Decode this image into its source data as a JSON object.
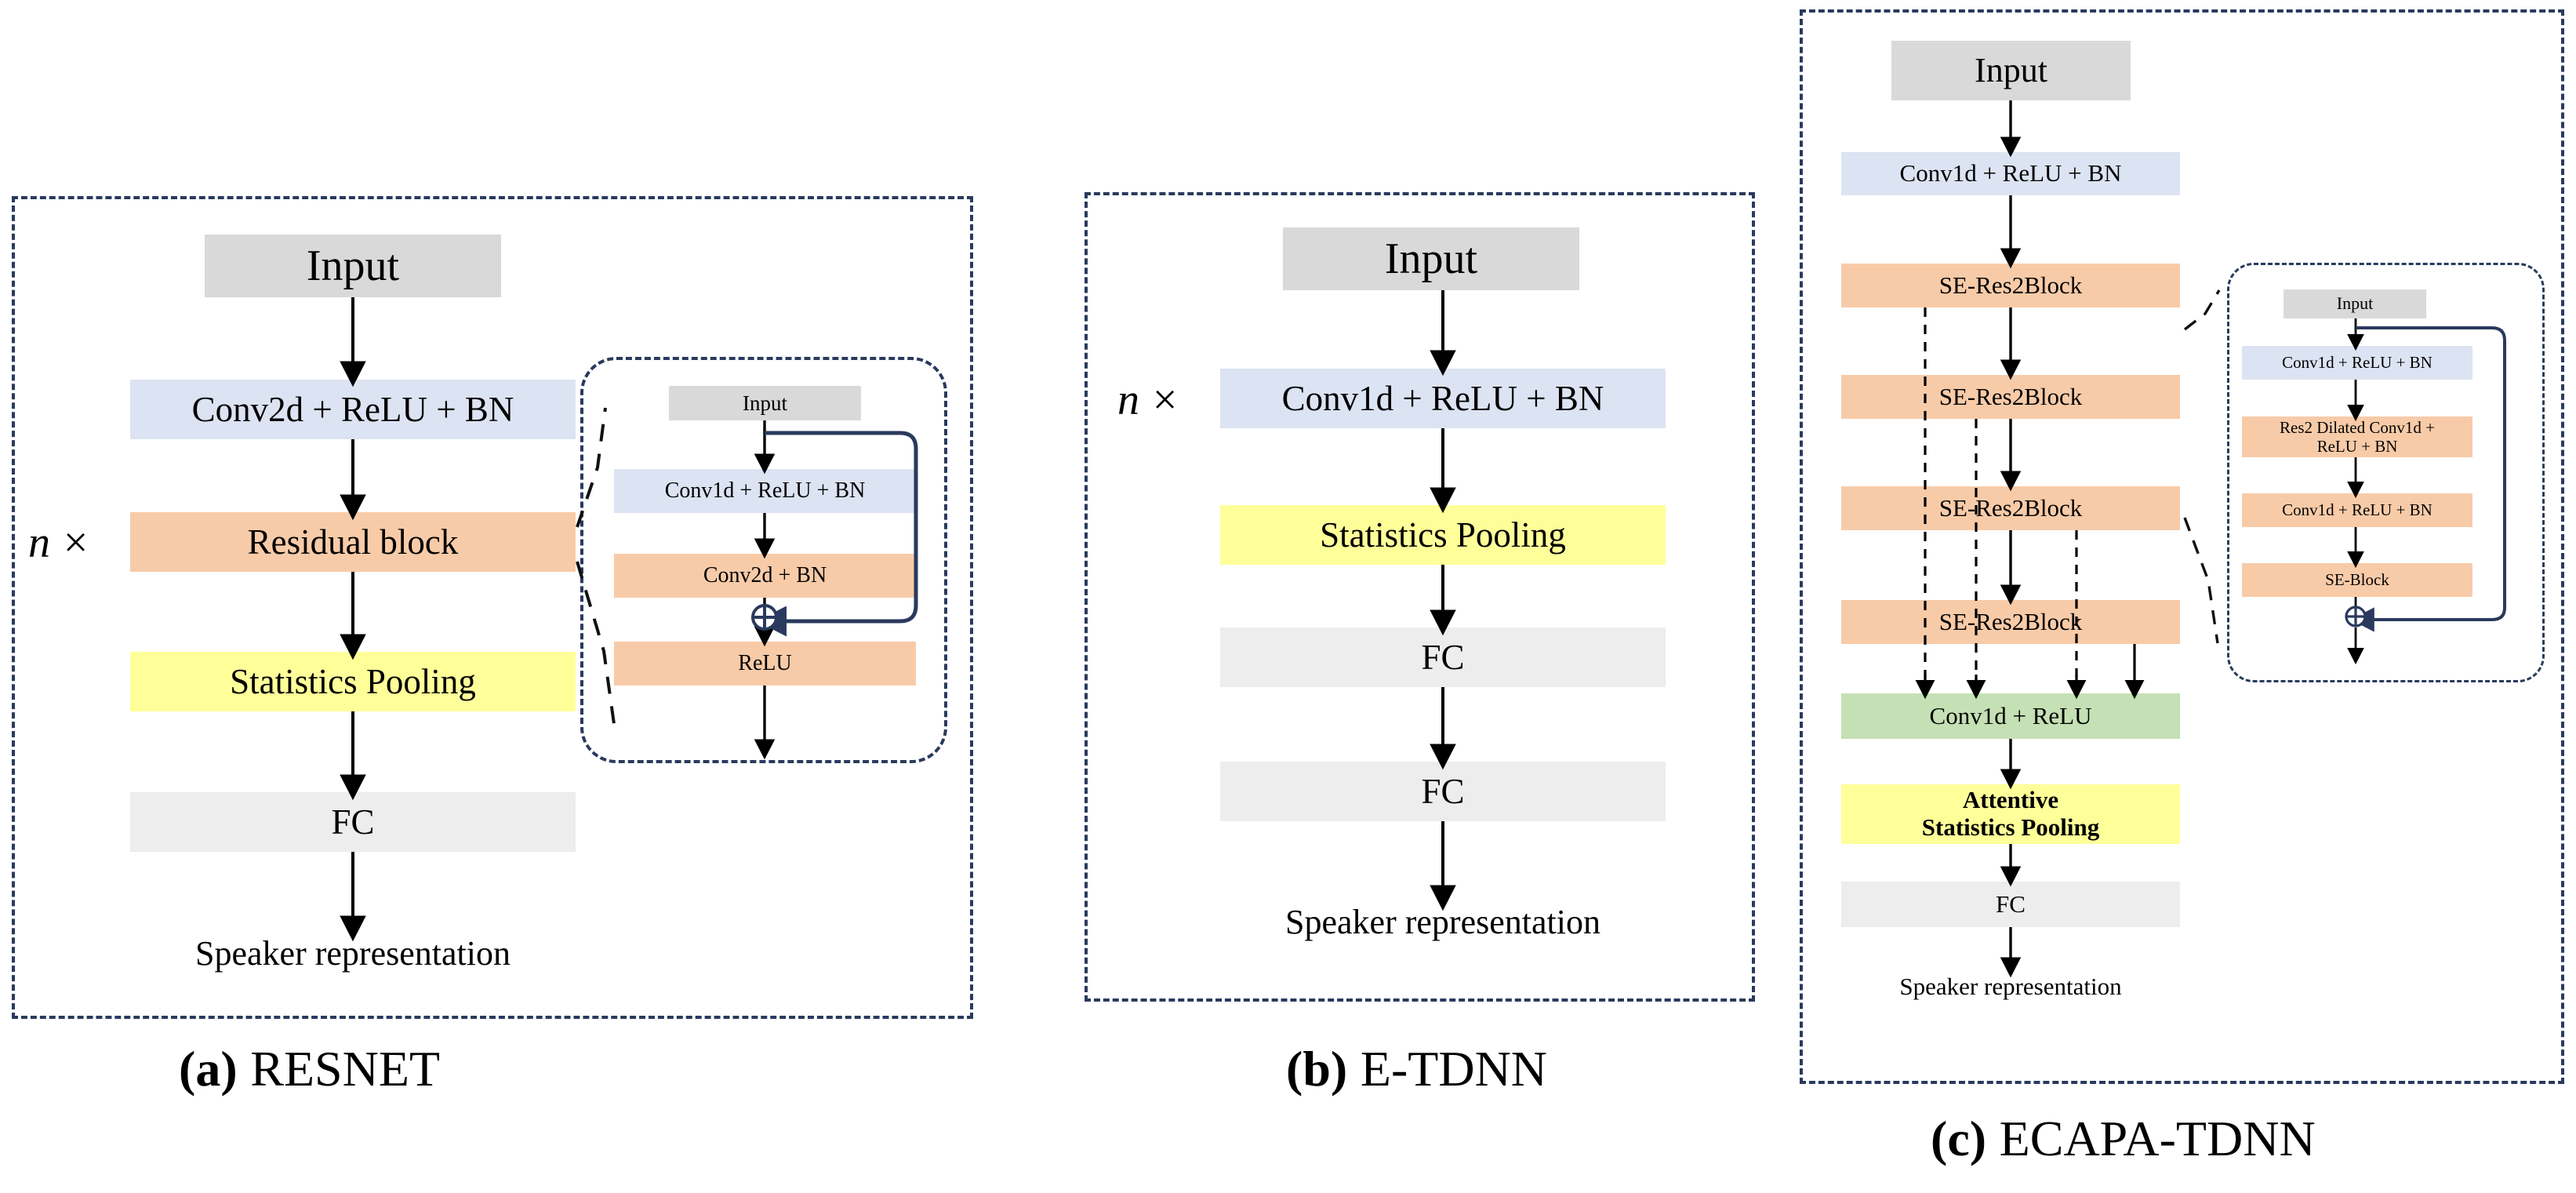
{
  "figure": {
    "kind": "neural-network-architecture-comparison",
    "panels": [
      "RESNET",
      "E-TDNN",
      "ECAPA-TDNN"
    ]
  },
  "colors": {
    "gray": "#d9d9d9",
    "light_gray": "#ededed",
    "blue": "#dce3f2",
    "orange": "#f8cba8",
    "yellow": "#ffff99",
    "green": "#c5e0b4",
    "dashed_border": "#2a3a5e",
    "skip_connection": "#2a3a5e",
    "arrow": "#000000"
  },
  "panel_a": {
    "caption_label": "(a)",
    "caption_text": "RESNET",
    "repeat_marker": {
      "symbol": "n",
      "times": "×"
    },
    "blocks": [
      {
        "id": "input",
        "label": "Input",
        "color": "gray"
      },
      {
        "id": "conv2d",
        "label": "Conv2d + ReLU + BN",
        "color": "blue"
      },
      {
        "id": "residual",
        "label": "Residual block",
        "color": "orange"
      },
      {
        "id": "statpool",
        "label": "Statistics Pooling",
        "color": "yellow"
      },
      {
        "id": "fc",
        "label": "FC",
        "color": "light_gray"
      }
    ],
    "output_label": "Speaker representation",
    "inset": {
      "title": "residual-block-detail",
      "blocks": [
        {
          "id": "in_input",
          "label": "Input",
          "color": "gray"
        },
        {
          "id": "in_conv1d",
          "label": "Conv1d + ReLU + BN",
          "color": "blue"
        },
        {
          "id": "in_conv2d",
          "label": "Conv2d + BN",
          "color": "orange"
        },
        {
          "id": "in_relu",
          "label": "ReLU",
          "color": "orange"
        }
      ],
      "sum_symbol": "⊕"
    }
  },
  "panel_b": {
    "caption_label": "(b)",
    "caption_text": "E-TDNN",
    "repeat_marker": {
      "symbol": "n",
      "times": "×"
    },
    "blocks": [
      {
        "id": "input",
        "label": "Input",
        "color": "gray"
      },
      {
        "id": "conv1d",
        "label": "Conv1d + ReLU + BN",
        "color": "blue"
      },
      {
        "id": "statpool",
        "label": "Statistics Pooling",
        "color": "yellow"
      },
      {
        "id": "fc1",
        "label": "FC",
        "color": "light_gray"
      },
      {
        "id": "fc2",
        "label": "FC",
        "color": "light_gray"
      }
    ],
    "output_label": "Speaker representation"
  },
  "panel_c": {
    "caption_label": "(c)",
    "caption_text": "ECAPA-TDNN",
    "blocks": [
      {
        "id": "input",
        "label": "Input",
        "color": "gray"
      },
      {
        "id": "conv1d",
        "label": "Conv1d + ReLU + BN",
        "color": "blue"
      },
      {
        "id": "se1",
        "label": "SE-Res2Block",
        "color": "orange"
      },
      {
        "id": "se2",
        "label": "SE-Res2Block",
        "color": "orange"
      },
      {
        "id": "se3",
        "label": "SE-Res2Block",
        "color": "orange"
      },
      {
        "id": "se4",
        "label": "SE-Res2Block",
        "color": "orange"
      },
      {
        "id": "convrelu",
        "label": "Conv1d + ReLU",
        "color": "green"
      },
      {
        "id": "asp",
        "label": "Attentive\nStatistics Pooling",
        "color": "yellow"
      },
      {
        "id": "fc",
        "label": "FC",
        "color": "light_gray"
      }
    ],
    "asp_line1": "Attentive",
    "asp_line2": "Statistics Pooling",
    "output_label": "Speaker representation",
    "inset": {
      "title": "se-res2block-detail",
      "blocks": [
        {
          "id": "in_input",
          "label": "Input",
          "color": "gray"
        },
        {
          "id": "in_conv1",
          "label": "Conv1d + ReLU + BN",
          "color": "blue"
        },
        {
          "id": "in_res2",
          "label": "Res2 Dilated Conv1d +\nReLU + BN",
          "color": "orange"
        },
        {
          "id": "in_conv2",
          "label": "Conv1d + ReLU + BN",
          "color": "orange"
        },
        {
          "id": "in_se",
          "label": "SE-Block",
          "color": "orange"
        }
      ],
      "res2_line1": "Res2 Dilated Conv1d +",
      "res2_line2": "ReLU + BN",
      "sum_symbol": "⊕"
    }
  }
}
